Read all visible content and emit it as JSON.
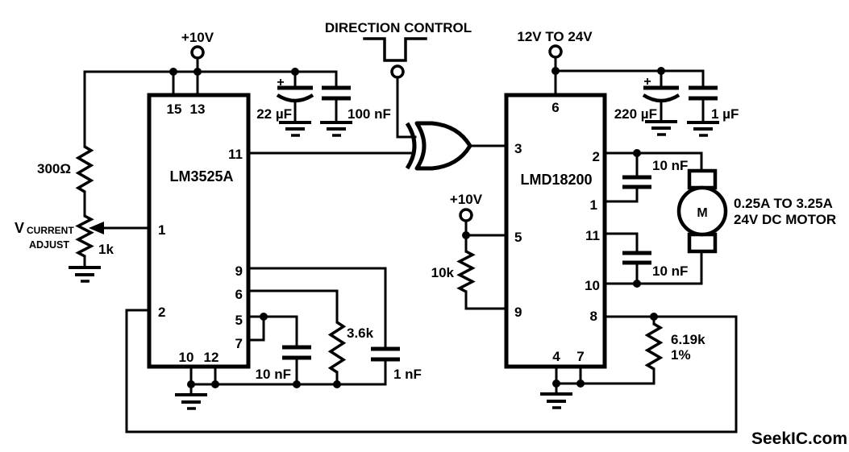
{
  "power": {
    "v10_left": "+10V",
    "v10_mid": "+10V",
    "v12_24": "12V TO 24V"
  },
  "control": {
    "direction_label": "DIRECTION CONTROL"
  },
  "ic1": {
    "name": "LM3525A",
    "pins": {
      "p15": "15",
      "p13": "13",
      "p11": "11",
      "p1": "1",
      "p2": "2",
      "p9": "9",
      "p6": "6",
      "p5": "5",
      "p7": "7",
      "p10": "10",
      "p12": "12"
    }
  },
  "ic2": {
    "name": "LMD18200",
    "pins": {
      "p6": "6",
      "p3": "3",
      "p5": "5",
      "p9": "9",
      "p2": "2",
      "p1": "1",
      "p11": "11",
      "p10": "10",
      "p8": "8",
      "p4": "4",
      "p7": "7"
    }
  },
  "components": {
    "r300": "300Ω",
    "pot1k": "1k",
    "vadj_v": "V",
    "vadj_sub": "CURRENT",
    "vadj_line2": "ADJUST",
    "c22uf": "22 µF",
    "c100nf": "100 nF",
    "c10nf_left": "10 nF",
    "r3k6": "3.6k",
    "c1nf": "1 nF",
    "r10k": "10k",
    "c220uf": "220 µF",
    "c1uf": "1 µF",
    "c10nf_top": "10 nF",
    "c10nf_bot": "10 nF",
    "r6k19": "6.19k",
    "r6k19_tol": "1%",
    "plus": "+",
    "motor_m": "M",
    "motor_spec1": "0.25A TO 3.25A",
    "motor_spec2": "24V DC MOTOR"
  },
  "colors": {
    "ink": "#000000",
    "watermark": "#8a8a8a"
  },
  "watermark": "SeekIC.com"
}
